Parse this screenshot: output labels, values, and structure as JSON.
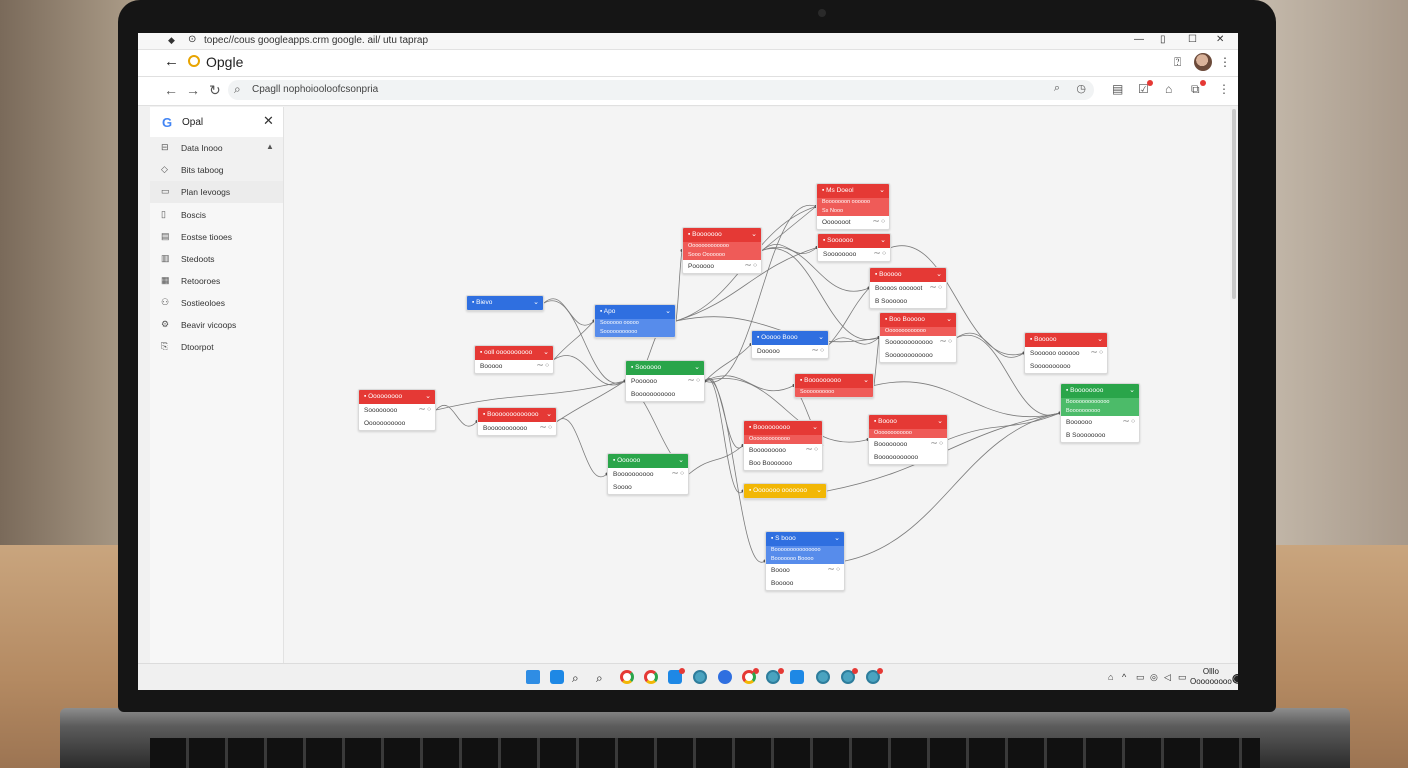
{
  "window": {
    "url": "topec//cous googleapps.crm google. ail/ utu taprap",
    "tab_title": "Opgle",
    "address": "Cpagll nophoiooloofcsonpria"
  },
  "sidebar": {
    "title": "Opal",
    "items": [
      {
        "label": "Data Inooo",
        "icon": "grid-icon"
      },
      {
        "label": "Bits taboog",
        "icon": "tag-icon"
      },
      {
        "label": "Plan Ievoogs",
        "icon": "document-icon"
      },
      {
        "label": "Boscis",
        "icon": "doc-icon"
      },
      {
        "label": "Eostse tiooes",
        "icon": "list-icon"
      },
      {
        "label": "Stedoots",
        "icon": "sheet-icon"
      },
      {
        "label": "Retooroes",
        "icon": "table-icon"
      },
      {
        "label": "Sostieoloes",
        "icon": "people-icon"
      },
      {
        "label": "Beavir vicoops",
        "icon": "settings-icon"
      },
      {
        "label": "Dtoorpot",
        "icon": "share-icon"
      }
    ]
  },
  "nodes": [
    {
      "id": "n1",
      "color": "red",
      "header": "Ms Doeol",
      "band": "Booooooon oooooo",
      "band2": "Ss Nooo",
      "rows": [
        "Ooooooot"
      ]
    },
    {
      "id": "n2",
      "color": "red",
      "header": "Booooooo",
      "band": "Ooooooooooooo",
      "band2": "Sooo Ooooooo",
      "rows": [
        "Poooooo"
      ]
    },
    {
      "id": "n3",
      "color": "red",
      "header": "Soooooo",
      "rows": [
        "Soooooooo"
      ]
    },
    {
      "id": "n4",
      "color": "red",
      "header": "Booooo",
      "rows": [
        "Boooos oooooot",
        "B Soooooo"
      ]
    },
    {
      "id": "n5",
      "color": "blue",
      "header": "Bievo",
      "rows": []
    },
    {
      "id": "n6",
      "color": "blue",
      "header": "Apo",
      "band": "Soooooo ooooo",
      "band2": "Sooooooooooo",
      "rows": []
    },
    {
      "id": "n7",
      "color": "red",
      "header": "ooll oooooooooo",
      "rows": [
        "Booooo"
      ]
    },
    {
      "id": "n8",
      "color": "blue",
      "header": "Ooooo Booo",
      "rows": [
        "Dooooo"
      ]
    },
    {
      "id": "n9",
      "color": "green",
      "header": "Soooooo",
      "rows": [
        "Poooooo",
        "Booooooooooo"
      ]
    },
    {
      "id": "n10",
      "color": "red",
      "header": "Boo Booooo",
      "band": "Ooooooooooooo",
      "rows": [
        "Soooooooooooo",
        "Soooooooooooo"
      ]
    },
    {
      "id": "n11",
      "color": "red",
      "header": "Booooo",
      "rows": [
        "Soooooo oooooo",
        "Soooooooooo"
      ]
    },
    {
      "id": "n12",
      "color": "red",
      "header": "Ooooooooo",
      "rows": [
        "Soooooooo",
        "Ooooooooooo"
      ]
    },
    {
      "id": "n13",
      "color": "red",
      "header": "Booooooooooooo",
      "rows": [
        "Booooooooooo"
      ]
    },
    {
      "id": "n14",
      "color": "red",
      "header": "Booooooooo",
      "band": "Soooooooooo",
      "rows": []
    },
    {
      "id": "n15",
      "color": "red",
      "header": "Booooooooo",
      "band": "Ooooooooooooo",
      "rows": [
        "Booooooooo",
        "Boo Booooooo"
      ]
    },
    {
      "id": "n16",
      "color": "green",
      "header": "Oooooo",
      "rows": [
        "Boooooooooo",
        "Soooo"
      ]
    },
    {
      "id": "n17",
      "color": "red",
      "header": "Boooo",
      "band": "Oooooooooooo",
      "rows": [
        "Boooooooo",
        "Booooooooooo"
      ]
    },
    {
      "id": "n18",
      "color": "yellow",
      "header": "Ooooooo ooooooo",
      "rows": []
    },
    {
      "id": "n19",
      "color": "green",
      "header": "Boooooooo",
      "band": "Booooooooooooo",
      "band2": "Boooooooooo",
      "rows": [
        "Boooooo",
        "B Soooooooo"
      ]
    },
    {
      "id": "n20",
      "color": "blue",
      "header": "S booo",
      "band": "Booooooooooooooo",
      "band2": "Booooooo Boooo",
      "rows": [
        "Boooo",
        "Booooo"
      ]
    }
  ],
  "taskbar": {
    "clock_time": "Olllo",
    "clock_date": "Ooooooooo"
  },
  "colors": {
    "red": "#e53935",
    "blue": "#2f6fe0",
    "green": "#2aa54a",
    "yellow": "#f2b705"
  }
}
